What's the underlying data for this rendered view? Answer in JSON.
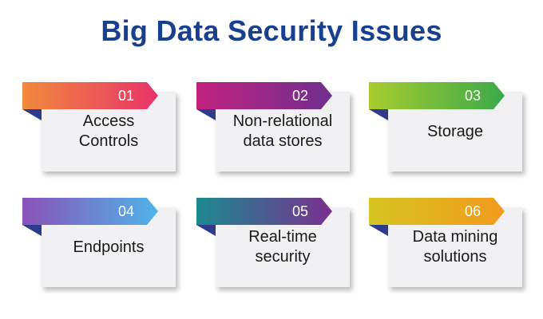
{
  "title": "Big Data Security Issues",
  "cards": [
    {
      "number": "01",
      "label_lines": [
        "Access",
        "Controls"
      ],
      "colors": [
        "#f08a3c",
        "#e8336a"
      ],
      "fold_color": "#2e3a8c"
    },
    {
      "number": "02",
      "label_lines": [
        "Non-relational",
        "data stores"
      ],
      "colors": [
        "#c2227e",
        "#6e2f8f"
      ],
      "fold_color": "#2e3a8c"
    },
    {
      "number": "03",
      "label_lines": [
        "Storage"
      ],
      "colors": [
        "#a8cc2e",
        "#3aa94a"
      ],
      "fold_color": "#2e3a8c"
    },
    {
      "number": "04",
      "label_lines": [
        "Endpoints"
      ],
      "colors": [
        "#8a52b8",
        "#4fb4e8"
      ],
      "fold_color": "#2e3a8c"
    },
    {
      "number": "05",
      "label_lines": [
        "Real-time",
        "security"
      ],
      "colors": [
        "#1b8a8e",
        "#7a2f90"
      ],
      "fold_color": "#2e3a8c"
    },
    {
      "number": "06",
      "label_lines": [
        "Data mining",
        "solutions"
      ],
      "colors": [
        "#d6c420",
        "#f39a1e"
      ],
      "fold_color": "#2e3a8c"
    }
  ]
}
